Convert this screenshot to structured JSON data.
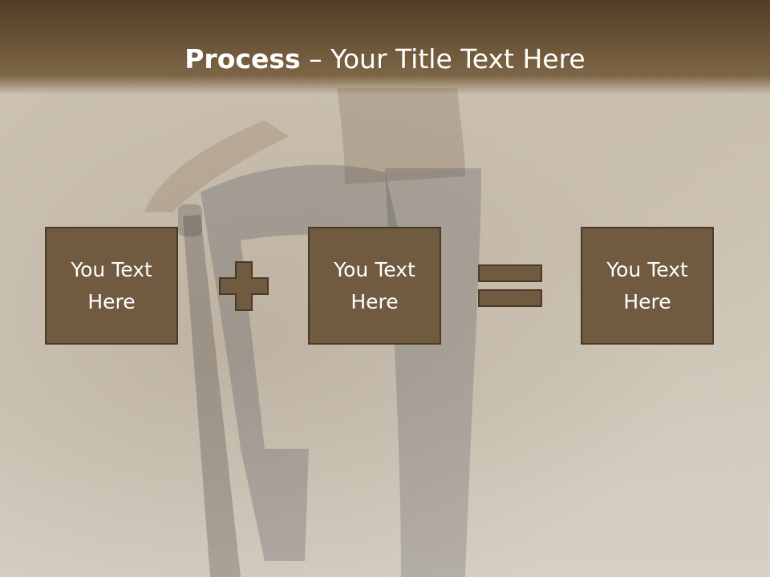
{
  "slide": {
    "title_strong": "Process",
    "title_rest": " – Your Title Text Here"
  },
  "boxes": [
    {
      "text": "You Text Here"
    },
    {
      "text": "You Text Here"
    },
    {
      "text": "You Text Here"
    }
  ],
  "operators": {
    "first": "plus-icon",
    "second": "equals-icon"
  },
  "colors": {
    "title_bar": "#6b5436",
    "box_fill": "#705a40",
    "box_border": "#4a3a26",
    "background": "#cfc6b8"
  }
}
